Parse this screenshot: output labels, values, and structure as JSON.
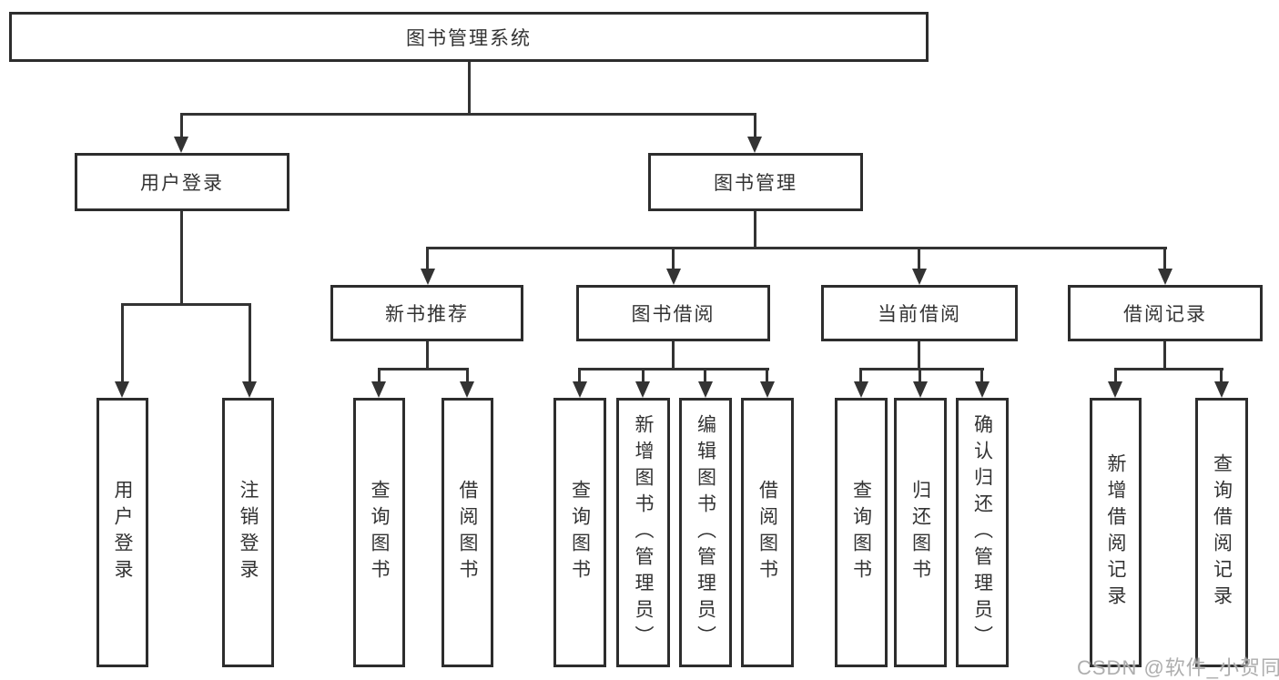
{
  "diagram_type": "hierarchy-tree",
  "tree": {
    "label": "图书管理系统",
    "children": [
      {
        "label": "用户登录",
        "children": [
          {
            "label": "用户登录"
          },
          {
            "label": "注销登录"
          }
        ]
      },
      {
        "label": "图书管理",
        "children": [
          {
            "label": "新书推荐",
            "children": [
              {
                "label": "查询图书"
              },
              {
                "label": "借阅图书"
              }
            ]
          },
          {
            "label": "图书借阅",
            "children": [
              {
                "label": "查询图书"
              },
              {
                "label": "新增图书（管理员）"
              },
              {
                "label": "编辑图书（管理员）"
              },
              {
                "label": "借阅图书"
              }
            ]
          },
          {
            "label": "当前借阅",
            "children": [
              {
                "label": "查询图书"
              },
              {
                "label": "归还图书"
              },
              {
                "label": "确认归还（管理员）"
              }
            ]
          },
          {
            "label": "借阅记录",
            "children": [
              {
                "label": "新增借阅记录"
              },
              {
                "label": "查询借阅记录"
              }
            ]
          }
        ]
      }
    ]
  },
  "watermark": {
    "text": "CSDN @软件_小贺同学"
  },
  "colors": {
    "background": "#ffffff",
    "line": "#333333",
    "border": "#2d2d2d",
    "text": "#333333",
    "watermark": "#aaaaaa"
  }
}
